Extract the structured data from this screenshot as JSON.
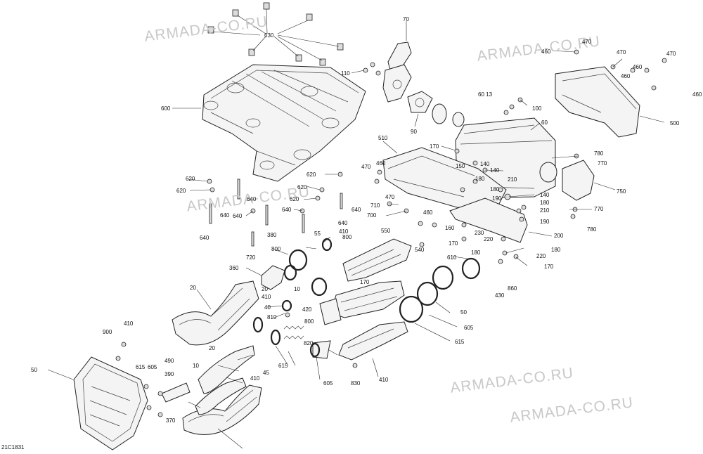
{
  "diagram": {
    "code": "21C1831",
    "watermark": "ARMADA-CO.RU",
    "callouts": [
      "630",
      "600",
      "70",
      "110",
      "90",
      "60 13",
      "100",
      "60",
      "460",
      "470",
      "470",
      "460",
      "460",
      "460",
      "470",
      "500",
      "510",
      "170",
      "150",
      "140",
      "140",
      "180",
      "210",
      "180",
      "140",
      "190",
      "180",
      "210",
      "190",
      "780",
      "770",
      "750",
      "770",
      "780",
      "470",
      "460",
      "470",
      "710",
      "700",
      "460",
      "160",
      "230",
      "220",
      "170",
      "200",
      "180",
      "180",
      "220",
      "170",
      "620",
      "620",
      "620",
      "620",
      "620",
      "640",
      "640",
      "640",
      "640",
      "640",
      "640",
      "640",
      "380",
      "55",
      "720",
      "410",
      "550",
      "540",
      "800",
      "800",
      "360",
      "20",
      "10",
      "20",
      "410",
      "40",
      "810",
      "420",
      "170",
      "610",
      "430",
      "860",
      "50",
      "50",
      "605",
      "615",
      "800",
      "820",
      "410",
      "900",
      "20",
      "10",
      "45",
      "410",
      "490",
      "390",
      "615",
      "605",
      "830",
      "410",
      "615",
      "605",
      "370"
    ]
  }
}
